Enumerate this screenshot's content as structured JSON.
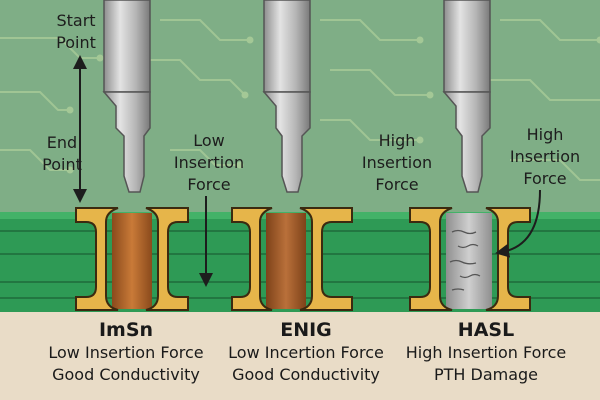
{
  "labels": {
    "start": [
      "Start",
      "Point"
    ],
    "end": [
      "End",
      "Point"
    ],
    "low_force": [
      "Low",
      "Insertion",
      "Force"
    ],
    "high_force_1": [
      "High",
      "Insertion",
      "Force"
    ],
    "high_force_2": [
      "High",
      "Insertion",
      "Force"
    ]
  },
  "captions": [
    {
      "title": "ImSn",
      "line1": "Low Insertion Force",
      "line2": "Good Conductivity"
    },
    {
      "title": "ENIG",
      "line1": "Low Incertion Force",
      "line2": "Good Conductivity"
    },
    {
      "title": "HASL",
      "line1": "High Insertion Force",
      "line2": "PTH Damage"
    }
  ],
  "colors": {
    "background": "#7fae86",
    "board": "#2e9a55",
    "pad": "#e6b54a",
    "imsn_fill": "#b86b2c",
    "enig_fill": "#a9652c",
    "hasl_fill": "#a9a9a9",
    "pin": "#b8b8b8",
    "base": "#e9dcc7"
  }
}
